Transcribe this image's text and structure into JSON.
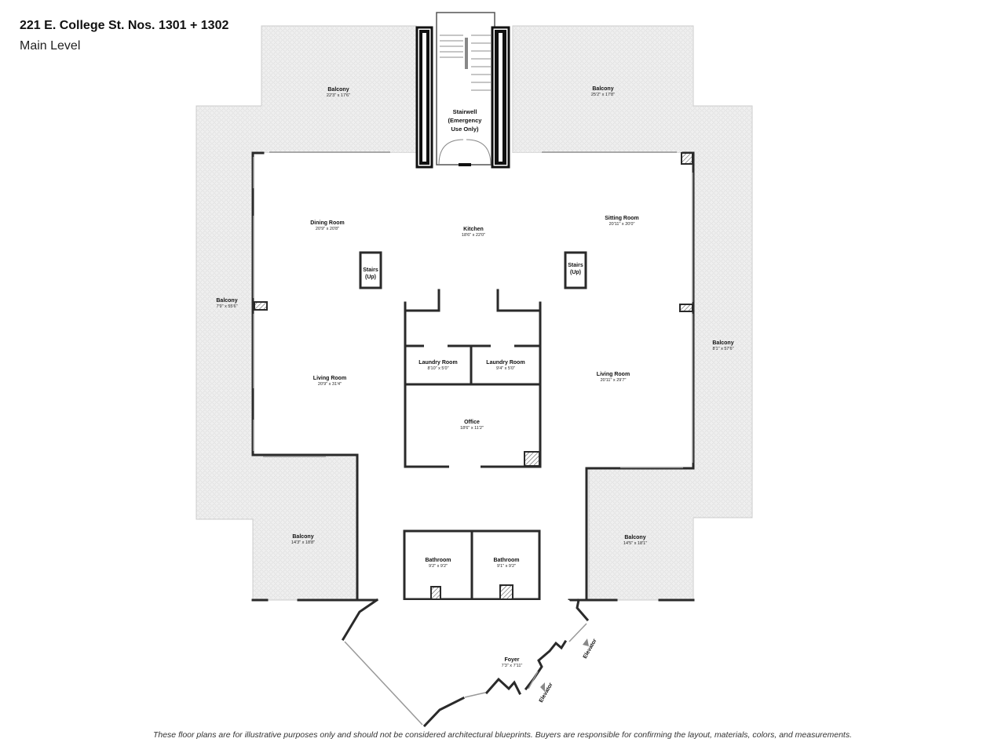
{
  "header": {
    "title": "221 E. College St. Nos. 1301 + 1302",
    "subtitle": "Main Level"
  },
  "disclaimer": "These floor plans are for illustrative purposes only and should not be considered architectural blueprints.  Buyers are responsible for confirming the layout, materials, colors, and measurements.",
  "rooms": {
    "balcony_top_left": {
      "name": "Balcony",
      "dims": "22'3\" x 17'6\""
    },
    "balcony_top_right": {
      "name": "Balcony",
      "dims": "25'2\" x 17'8\""
    },
    "stairwell": {
      "line1": "Stairwell",
      "line2": "(Emergency",
      "line3": "Use Only)"
    },
    "dining": {
      "name": "Dining Room",
      "dims": "20'9\" x 20'8\""
    },
    "kitchen": {
      "name": "Kitchen",
      "dims": "18'6\" x 22'0\""
    },
    "sitting": {
      "name": "Sitting Room",
      "dims": "20'11\" x 20'0\""
    },
    "stairs_left": {
      "line1": "Stairs",
      "line2": "(Up)"
    },
    "stairs_right": {
      "line1": "Stairs",
      "line2": "(Up)"
    },
    "balcony_left": {
      "name": "Balcony",
      "dims": "7'9\" x 55'6\""
    },
    "balcony_right": {
      "name": "Balcony",
      "dims": "8'1\" x 57'6\""
    },
    "laundry1": {
      "name": "Laundry Room",
      "dims": "8'10\" x 5'0\""
    },
    "laundry2": {
      "name": "Laundry Room",
      "dims": "9'4\" x 5'0\""
    },
    "living_left": {
      "name": "Living Room",
      "dims": "20'9\" x 31'4\""
    },
    "living_right": {
      "name": "Living Room",
      "dims": "20'11\" x 29'7\""
    },
    "office": {
      "name": "Office",
      "dims": "18'6\" x 11'2\""
    },
    "balcony_bottom_left": {
      "name": "Balcony",
      "dims": "14'3\" x 18'8\""
    },
    "balcony_bottom_right": {
      "name": "Balcony",
      "dims": "14'5\" x 18'1\""
    },
    "bath1": {
      "name": "Bathroom",
      "dims": "9'2\" x 9'2\""
    },
    "bath2": {
      "name": "Bathroom",
      "dims": "9'1\" x 9'2\""
    },
    "foyer": {
      "name": "Foyer",
      "dims": "7'3\" x 7'11\""
    },
    "elevator1": {
      "name": "Elevator"
    },
    "elevator2": {
      "name": "Elevator"
    }
  },
  "colors": {
    "wall": "#2a2a2a",
    "balcony_fill": "#eeeeee",
    "floor": "#ffffff"
  }
}
